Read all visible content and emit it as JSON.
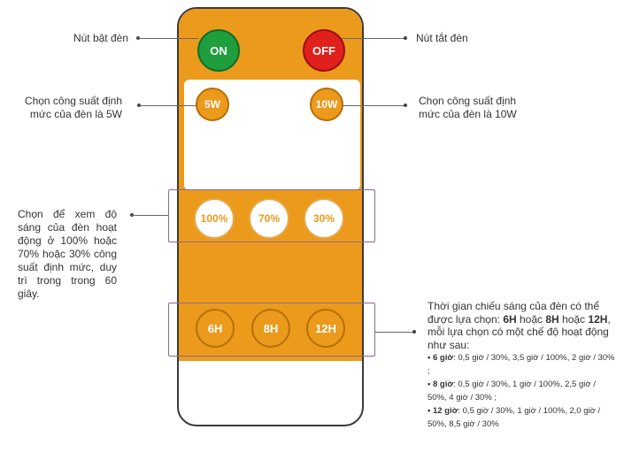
{
  "remote": {
    "on_label": "ON",
    "off_label": "OFF",
    "w5_label": "5W",
    "w10_label": "10W",
    "p100_label": "100%",
    "p70_label": "70%",
    "p30_label": "30%",
    "h6_label": "6H",
    "h8_label": "8H",
    "h12_label": "12H"
  },
  "annotations": {
    "on_note": "Nút bật đèn",
    "off_note": "Nút tắt đèn",
    "w5_note": "Chọn công suất định mức của đèn là 5W",
    "w10_note": "Chọn công suất định mức của đèn là 10W",
    "brightness_note": "Chọn để xem độ sáng của đèn hoạt động ở 100% hoặc 70% hoặc 30% công suất định mức, duy trì trong trong 60 giây.",
    "time_note": {
      "intro_1": "Thời gian chiếu sáng của đèn có thể được lựa chọn: ",
      "opt_6h": "6H",
      "sep_1": " hoặc ",
      "opt_8h": "8H",
      "sep_2": " hoặc ",
      "opt_12h": "12H",
      "intro_2": ", mỗi lựa chọn có một chế độ hoạt động như sau:",
      "d6_label": "• 6 giờ",
      "d6_text": ": 0,5 giờ / 30%, 3,5 giờ / 100%, 2 giờ / 30% ;",
      "d8_label": "• 8 giờ",
      "d8_text": ": 0,5 giờ / 30%, 1 giờ / 100%, 2,5 giờ / 50%, 4 giờ / 30% ;",
      "d12_label": "• 12 giờ",
      "d12_text": ": 0,5 giờ / 30%, 1 giờ / 100%, 2,0 giờ / 50%, 8,5 giờ / 30%"
    }
  },
  "colors": {
    "body_orange": "#ec9a1c",
    "on_green": "#1e9e3c",
    "off_red": "#e0201c",
    "highlight_border": "#8c6a8c"
  }
}
